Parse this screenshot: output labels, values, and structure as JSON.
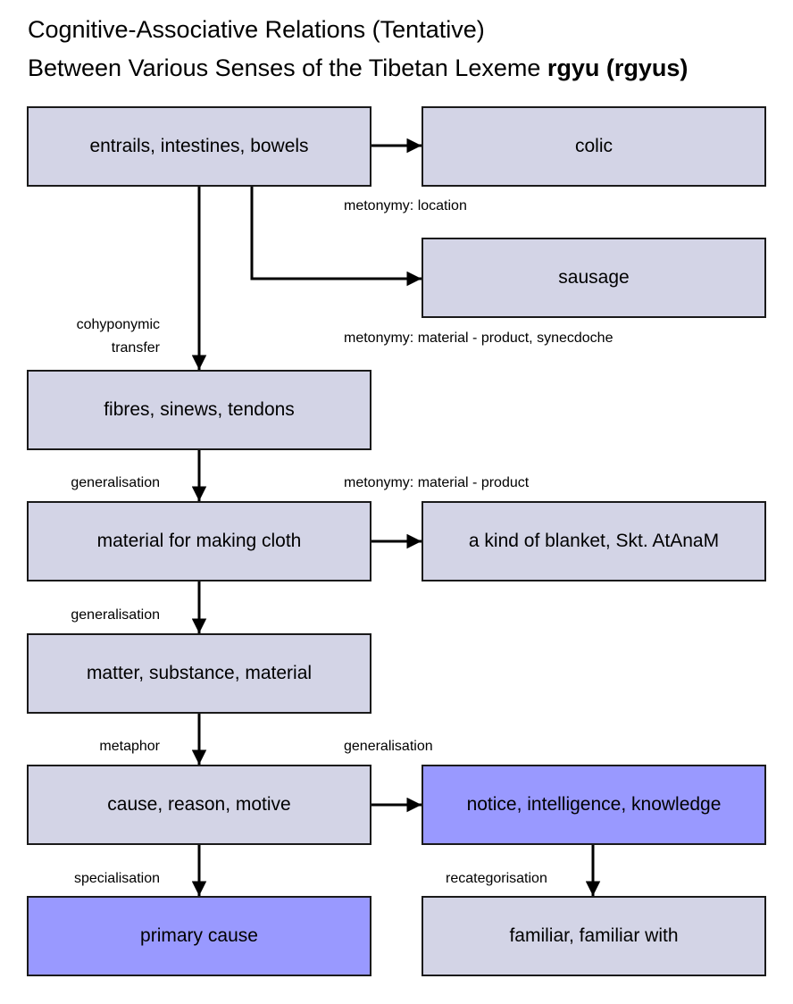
{
  "title": {
    "line1": "Cognitive-Associative Relations (Tentative)",
    "line2_prefix": "Between Various Senses of the Tibetan Lexeme ",
    "line2_bold": "rgyu (rgyus)"
  },
  "nodes": {
    "entrails": "entrails, intestines, bowels",
    "colic": "colic",
    "sausage": "sausage",
    "fibres": "fibres, sinews, tendons",
    "cloth_material": "material for making cloth",
    "blanket": "a kind of blanket, Skt. AtAnaM",
    "matter": "matter, substance, material",
    "cause": "cause, reason, motive",
    "notice": "notice, intelligence, knowledge",
    "primary_cause": "primary cause",
    "familiar": "familiar, familiar with"
  },
  "relations": {
    "metonymy_location": "metonymy: location",
    "metonymy_material_product_synecdoche": "metonymy: material - product, synecdoche",
    "cohyponymic_line1": "cohyponymic",
    "cohyponymic_line2": "transfer",
    "generalisation_1": "generalisation",
    "metonymy_material_product": "metonymy: material - product",
    "generalisation_2": "generalisation",
    "metaphor": "metaphor",
    "generalisation_3": "generalisation",
    "specialisation": "specialisation",
    "recategorisation": "recategorisation"
  },
  "colors": {
    "box_fill": "#d3d4e6",
    "highlight_fill": "#9999ff",
    "line": "#000000"
  }
}
